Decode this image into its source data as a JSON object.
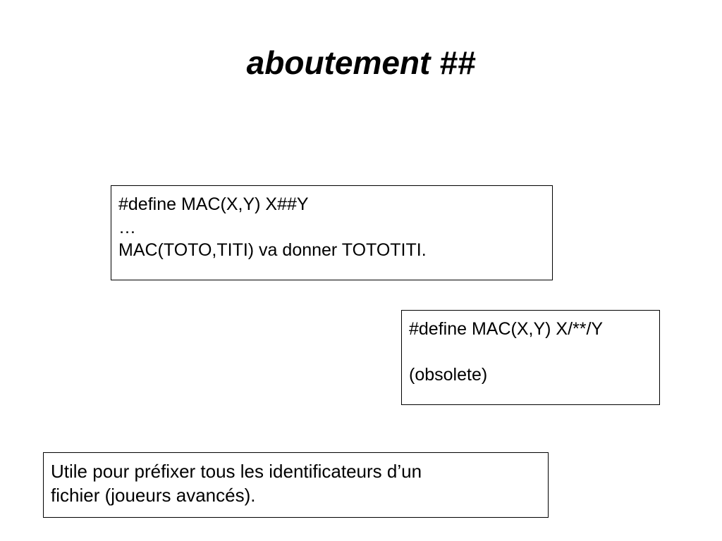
{
  "slide": {
    "title": "aboutement ##",
    "boxes": {
      "abutment": {
        "lines": [
          "#define MAC(X,Y) X##Y",
          "…",
          "MAC(TOTO,TITI) va donner TOTOTITI."
        ]
      },
      "obsolete": {
        "lines": [
          "#define MAC(X,Y) X/**/Y",
          "",
          "(obsolete)"
        ]
      },
      "usage": {
        "lines": [
          "Utile pour préfixer tous les identificateurs d’un",
          "fichier (joueurs avancés)."
        ]
      }
    }
  }
}
